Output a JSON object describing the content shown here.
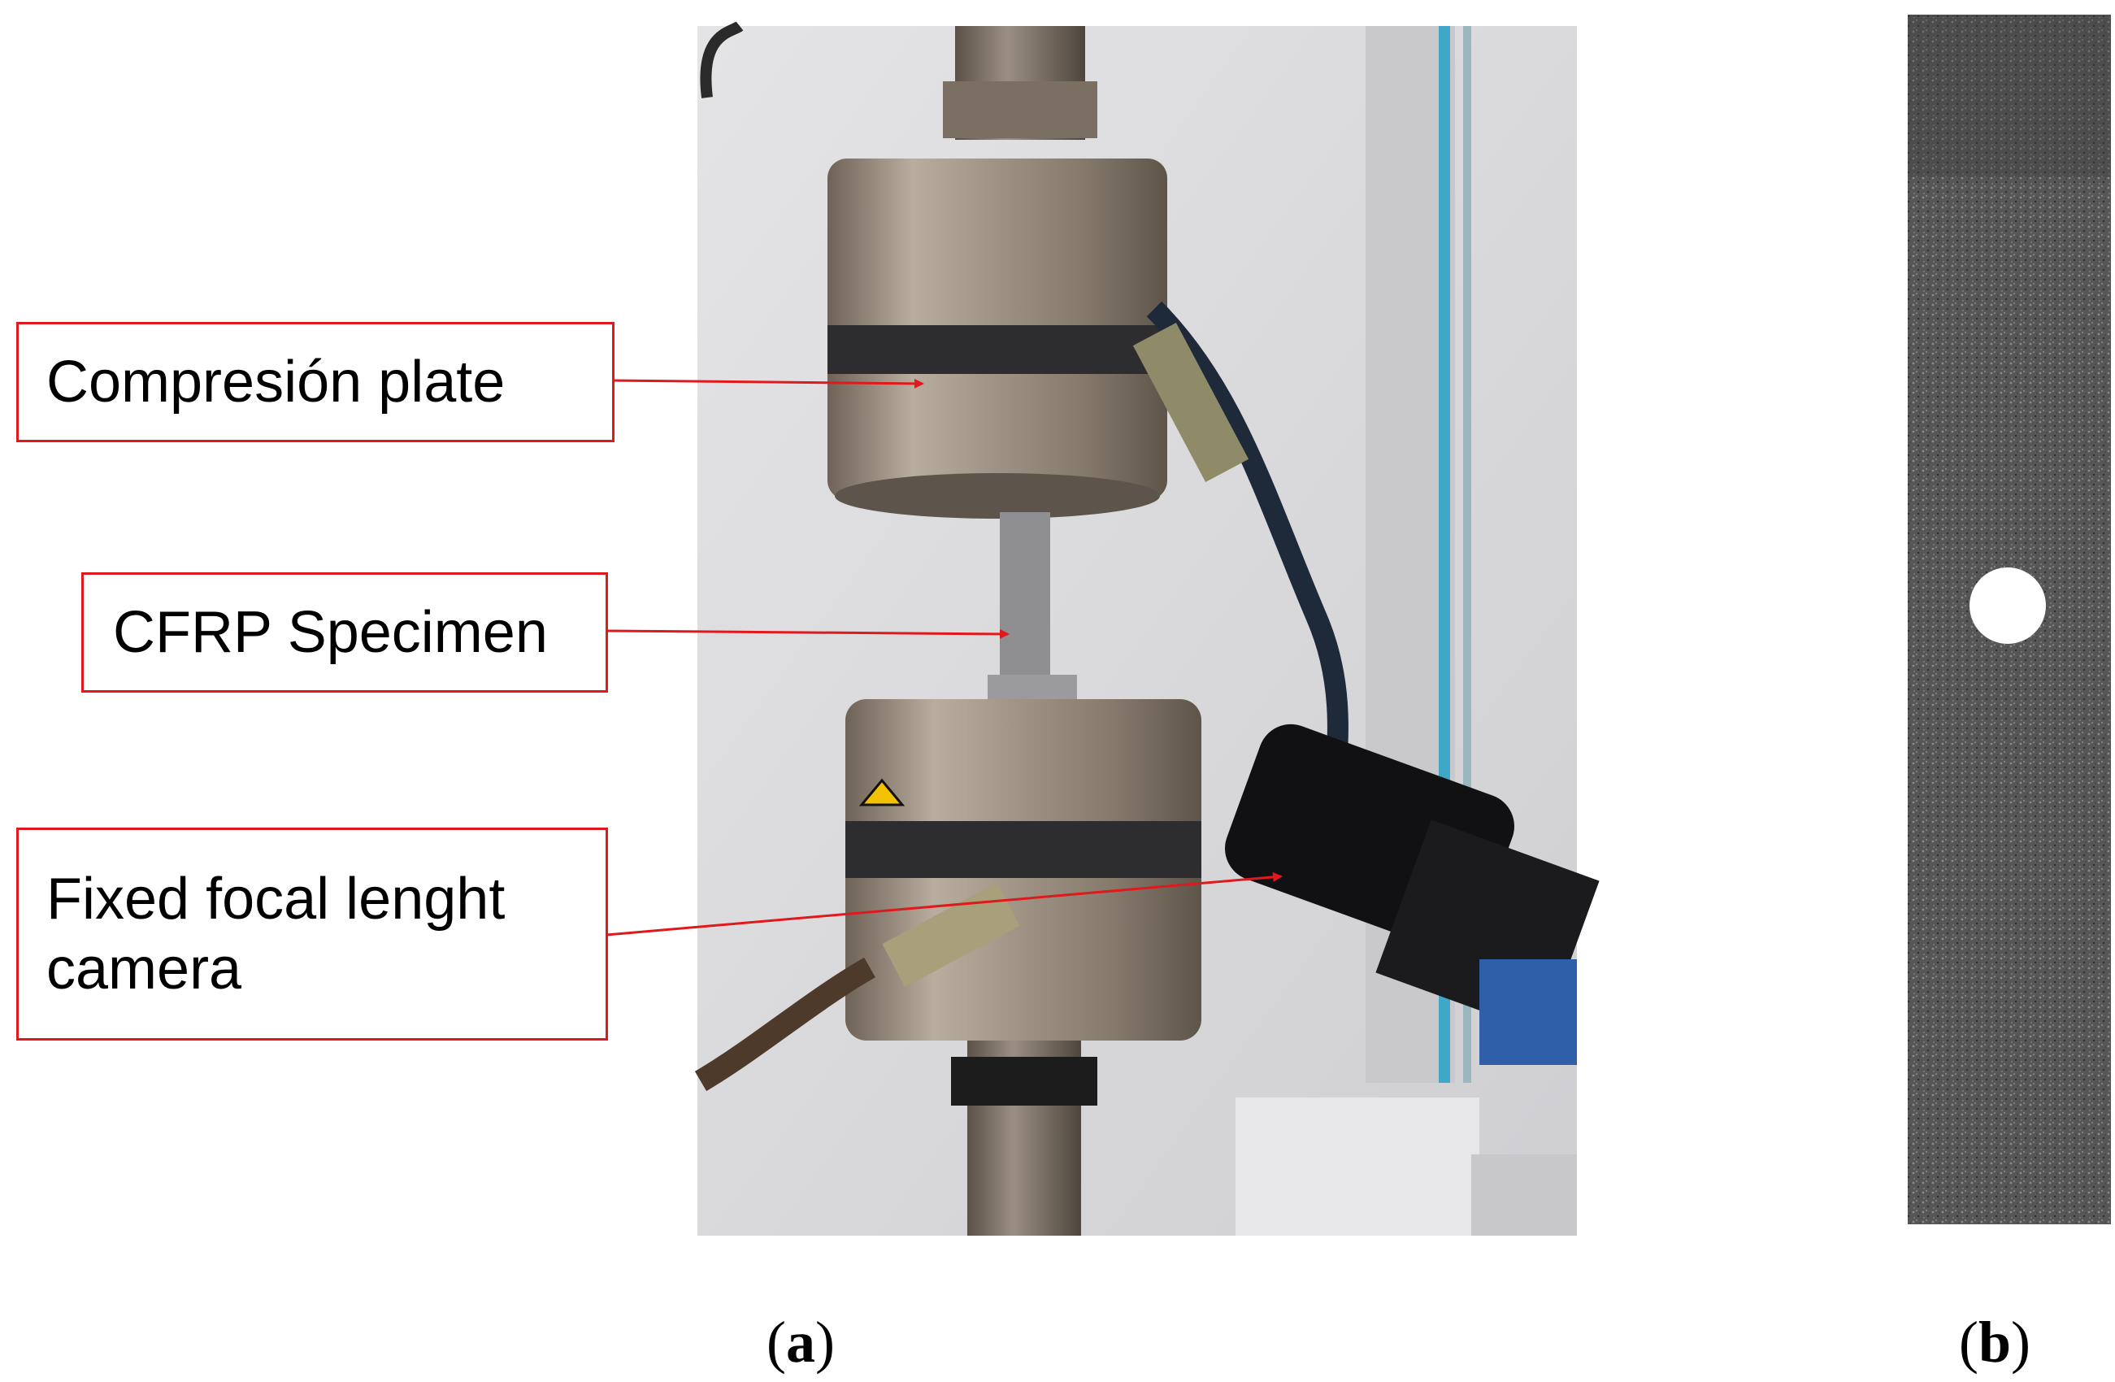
{
  "panel_a": {
    "labels": {
      "compression_plate": "Compresión plate",
      "specimen": "CFRP Specimen",
      "camera_line1": "Fixed focal lenght",
      "camera_line2": "camera"
    },
    "caption": "a"
  },
  "panel_b": {
    "caption": "b"
  },
  "colors": {
    "callout_red": "#e0191d",
    "photo_background": "#dcdcdc",
    "metal": "#a69a8b",
    "speckle_strip": "#545454"
  }
}
